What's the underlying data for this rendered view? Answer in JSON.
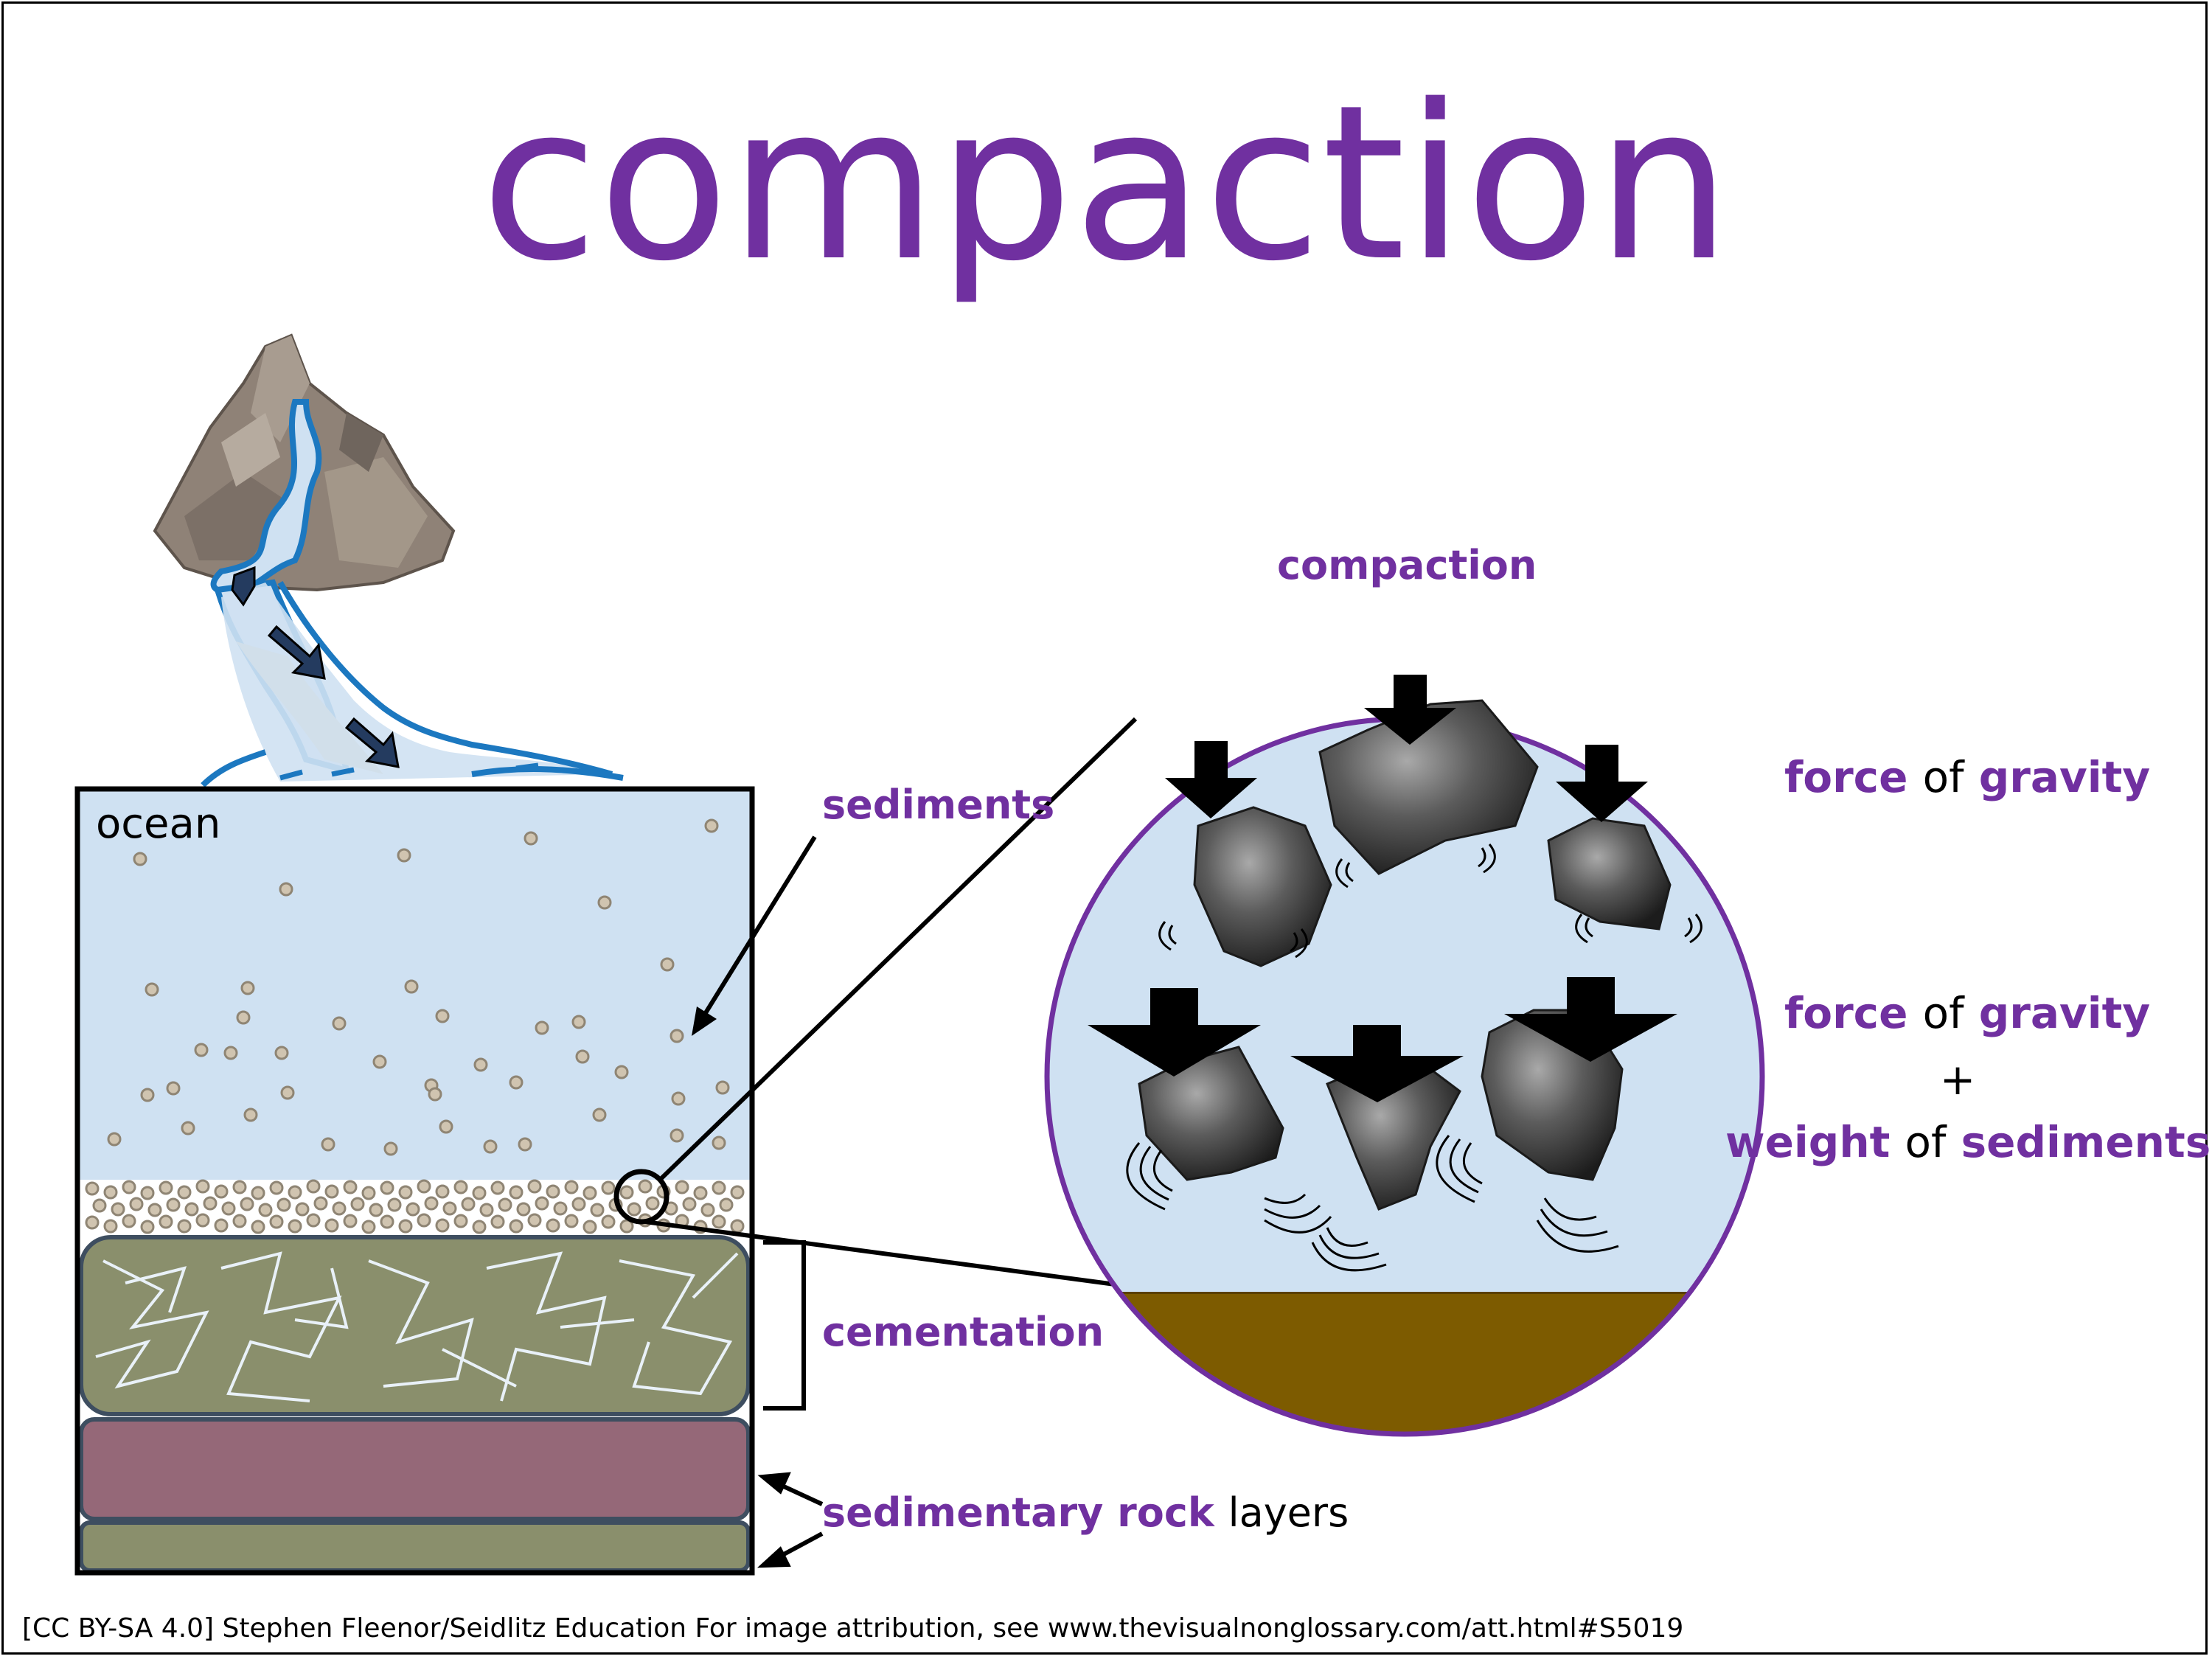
{
  "title": "compaction",
  "labels": {
    "ocean": "ocean",
    "sediments": "sediments",
    "cementation": "cementation",
    "zoom_title": "compaction",
    "sedimentary_rock": "sedimentary rock",
    "layers": "layers"
  },
  "force1": {
    "force": "force",
    "of": "of",
    "gravity": "gravity"
  },
  "force2": {
    "force": "force",
    "of": "of",
    "gravity": "gravity",
    "plus": "+",
    "weight": "weight",
    "of2": "of",
    "sediments": "sediments"
  },
  "credit": "[CC BY-SA 4.0] Stephen Fleenor/Seidlitz Education For image attribution, see www.thevisualnonglossary.com/att.html#S5019",
  "colors": {
    "accent_purple": "#7030a0",
    "ocean_blue": "#cfe1f2",
    "grain": "#d0c4b0",
    "rock_olive": "#8a8f6c",
    "rock_mauve": "#956878",
    "floor_brown": "#7d5b00"
  }
}
